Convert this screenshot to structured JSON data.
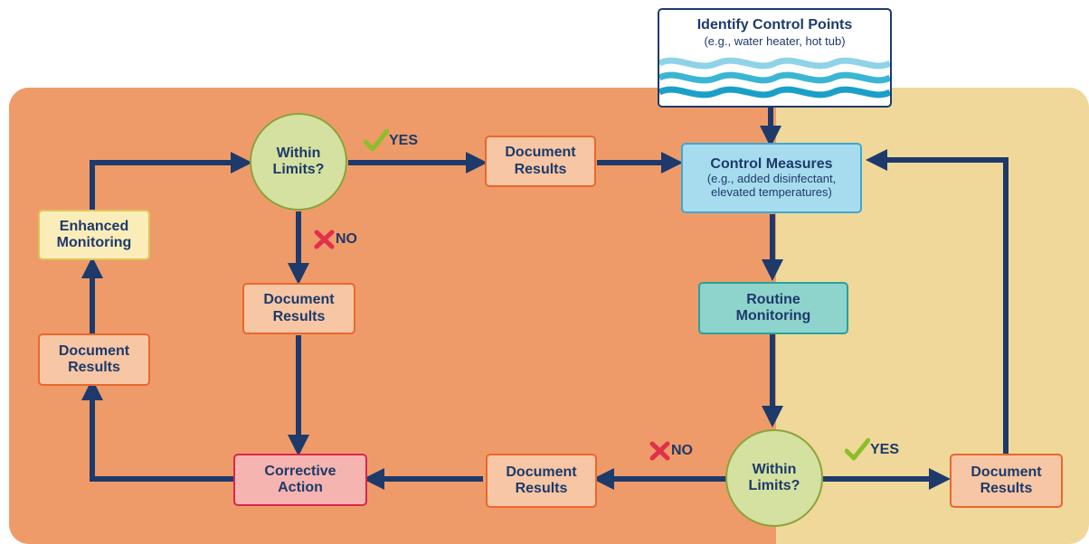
{
  "identify": {
    "title": "Identify Control Points",
    "subtitle": "(e.g., water heater, hot tub)"
  },
  "control": {
    "title": "Control Measures",
    "line1": "(e.g., added disinfectant,",
    "line2": "elevated temperatures)"
  },
  "routine": {
    "line1": "Routine",
    "line2": "Monitoring"
  },
  "enhanced": {
    "line1": "Enhanced",
    "line2": "Monitoring"
  },
  "corrective": {
    "line1": "Corrective",
    "line2": "Action"
  },
  "document": {
    "line1": "Document",
    "line2": "Results"
  },
  "within": {
    "line1": "Within",
    "line2": "Limits?"
  },
  "labels": {
    "yes": "YES",
    "no": "NO"
  },
  "colors": {
    "arrow": "#1d3a6b",
    "orange_region": "#ef9b69",
    "tan_region": "#efd899"
  }
}
